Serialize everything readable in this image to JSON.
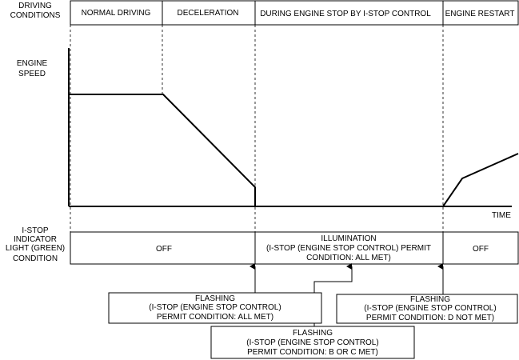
{
  "colors": {
    "line": "#000000",
    "background": "#ffffff"
  },
  "driving_conditions": {
    "label_line1": "DRIVING",
    "label_line2": "CONDITIONS",
    "phases": [
      "NORMAL DRIVING",
      "DECELERATION",
      "DURING ENGINE STOP BY I-STOP CONTROL",
      "ENGINE RESTART"
    ]
  },
  "engine_speed": {
    "label_line1": "ENGINE",
    "label_line2": "SPEED",
    "time_label": "TIME"
  },
  "indicator": {
    "label_lines": [
      "I-STOP",
      "INDICATOR",
      "LIGHT (GREEN)",
      "CONDITION"
    ],
    "state_off_1": "OFF",
    "illumination_lines": [
      "ILLUMINATION",
      "(I-STOP (ENGINE STOP CONTROL) PERMIT",
      "CONDITION: ALL MET)"
    ],
    "state_off_2": "OFF"
  },
  "callouts": {
    "flash_all": [
      "FLASHING",
      "(I-STOP (ENGINE STOP CONTROL)",
      "PERMIT CONDITION: ALL MET)"
    ],
    "flash_bc": [
      "FLASHING",
      "(I-STOP (ENGINE STOP CONTROL)",
      "PERMIT CONDITION: B OR C MET)"
    ],
    "flash_d": [
      "FLASHING",
      "(I-STOP (ENGINE STOP CONTROL)",
      "PERMIT CONDITION: D NOT MET)"
    ]
  }
}
